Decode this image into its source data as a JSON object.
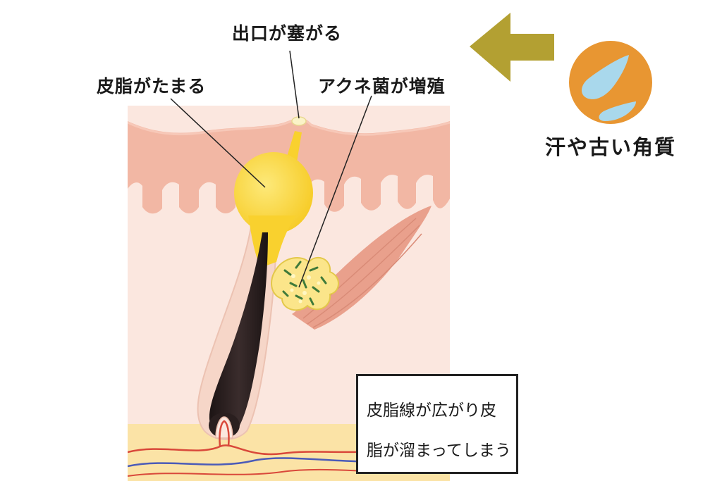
{
  "labels": {
    "pore_clogged": "出口が塞がる",
    "sebum_accumulates": "皮脂がたまる",
    "acne_bacteria_increase": "アクネ菌が増殖",
    "sweat_old_keratin": "汗や古い角質"
  },
  "note": {
    "line1": "皮脂線が広がり皮",
    "line2": "脂が溜まってしまう"
  },
  "colors": {
    "arrow": "#b3a032",
    "badge": "#e89632",
    "droplet": "#a9d8ec",
    "epidermis": "#f2b7a4",
    "dermis": "#fbe7df",
    "sebum": "#f9d12e",
    "hair": "#2a1f1f",
    "fat_layer": "#fbe3a6"
  },
  "icons": {
    "arrow": "left-arrow-icon",
    "badge": "droplet-badge-icon"
  }
}
